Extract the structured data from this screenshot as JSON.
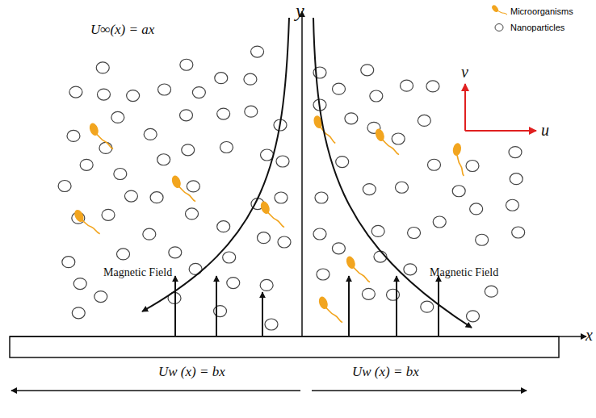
{
  "diagram": {
    "labels": [
      "y",
      "U∞(x) = ax",
      "v",
      "u",
      "Magnetic Field",
      "Magnetic Field",
      "x",
      "Uw (x) = bx",
      "Uw (x) = bx"
    ],
    "legend": [
      {
        "text": "Microorganisms"
      },
      {
        "text": "Nanoparticles"
      }
    ]
  }
}
